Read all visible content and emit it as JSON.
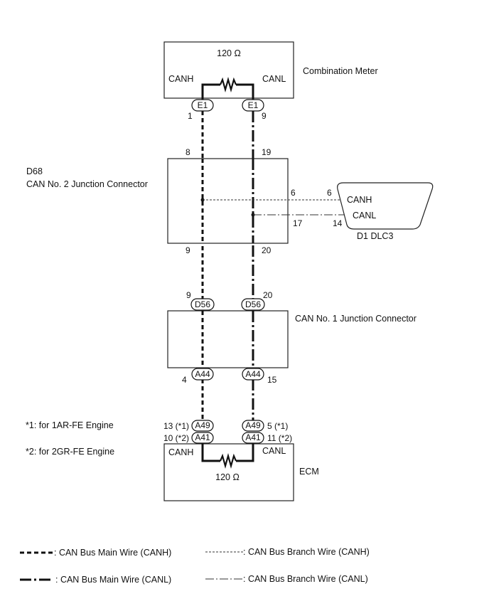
{
  "combination_meter": {
    "name": "Combination Meter",
    "resistor": "120 Ω",
    "canh": "CANH",
    "canl": "CANL",
    "conn_left": "E1",
    "conn_right": "E1",
    "pin_left": "1",
    "pin_right": "9"
  },
  "d68": {
    "code": "D68",
    "name": "CAN No. 2 Junction Connector",
    "pin_top_left": "8",
    "pin_top_right": "19",
    "pin_branch_h": "6",
    "pin_branch_l": "17",
    "pin_bottom_left": "9",
    "pin_bottom_right": "20"
  },
  "dlc3": {
    "label": "D1  DLC3",
    "canh": "CANH",
    "canl": "CANL",
    "pin_h": "6",
    "pin_l": "14"
  },
  "can1": {
    "name": "CAN No. 1 Junction Connector",
    "conn_top_left": "D56",
    "conn_top_right": "D56",
    "pin_top_left": "9",
    "pin_top_right": "20",
    "conn_bottom_left": "A44",
    "conn_bottom_right": "A44",
    "pin_bottom_left": "4",
    "pin_bottom_right": "15"
  },
  "ecm": {
    "name": "ECM",
    "resistor": "120 Ω",
    "canh": "CANH",
    "canl": "CANL",
    "conn_a49_left": "A49",
    "conn_a49_right": "A49",
    "conn_a41_left": "A41",
    "conn_a41_right": "A41",
    "pin_a49_left": "13 (*1)",
    "pin_a49_right": "5 (*1)",
    "pin_a41_left": "10 (*2)",
    "pin_a41_right": "11 (*2)"
  },
  "notes": [
    "*1: for 1AR-FE Engine",
    "*2: for 2GR-FE Engine"
  ],
  "legend": {
    "main_canh": ": CAN Bus Main Wire (CANH)",
    "main_canl": ": CAN Bus Main Wire (CANL)",
    "branch_canh": ": CAN Bus Branch Wire (CANH)",
    "branch_canl": ": CAN Bus Branch Wire (CANL)"
  }
}
